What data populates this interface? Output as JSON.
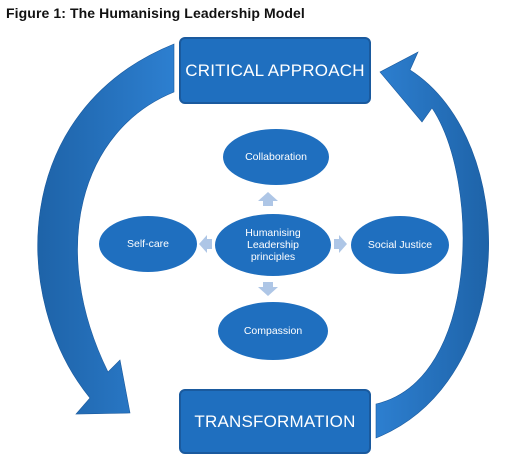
{
  "figure": {
    "title": "Figure 1: The Humanising Leadership Model"
  },
  "boxes": {
    "top": "CRITICAL APPROACH",
    "bottom": "TRANSFORMATION"
  },
  "principles": {
    "center": "Humanising Leadership principles",
    "top": "Collaboration",
    "left": "Self-care",
    "right": "Social Justice",
    "bottom": "Compassion"
  },
  "colors": {
    "primary": "#1f6fbf",
    "light_arrow": "#aec6e6"
  }
}
